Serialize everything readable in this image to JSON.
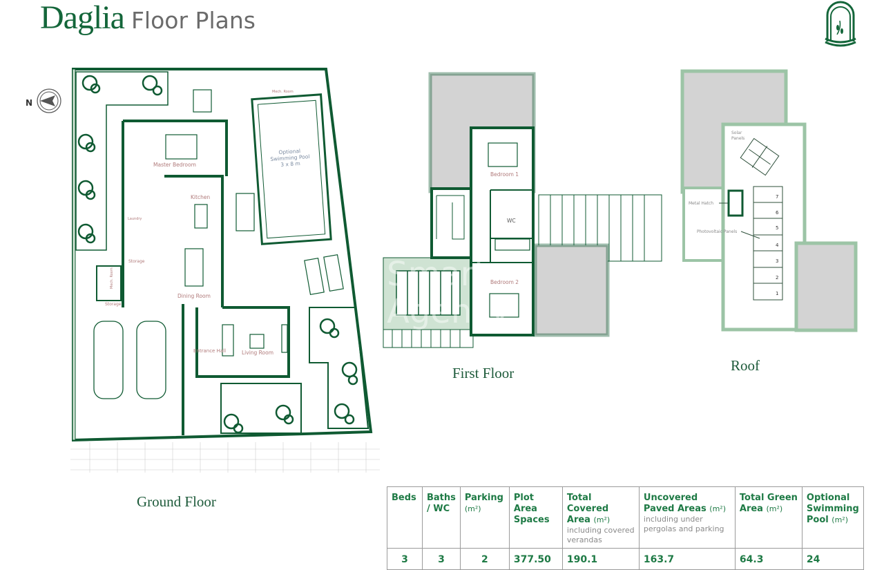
{
  "header": {
    "brand": "Daglia",
    "subtitle": "Floor Plans"
  },
  "logo": {
    "icon": "arch-olive-branch-logo"
  },
  "compass": {
    "label": "N"
  },
  "colors": {
    "brand_green": "#14663a",
    "wall_green": "#0f5a32",
    "light_green": "#cfe3d3",
    "roof_grey": "#d3d3d3",
    "room_label": "#b07a7a"
  },
  "ground_floor": {
    "label": "Ground Floor",
    "rooms": {
      "master_bedroom": "Master Bedroom",
      "kitchen": "Kitchen",
      "laundry": "Laundry",
      "storage_1": "Storage",
      "storage_2": "Storage",
      "mech_room_1": "Mech. Room",
      "mech_room_2": "Mech. Room",
      "dining_room": "Dining Room",
      "entrance_hall": "Entrance Hall",
      "living_room": "Living Room",
      "pool_line1": "Optional",
      "pool_line2": "Swimming Pool",
      "pool_size": "3 x 8 m"
    }
  },
  "first_floor": {
    "label": "First Floor",
    "rooms": {
      "bedroom_1": "Bedroom 1",
      "bedroom_2": "Bedroom 2",
      "wc": "WC"
    }
  },
  "roof": {
    "label": "Roof",
    "labels": {
      "solar_line1": "Solar",
      "solar_line2": "Panels",
      "metal_hatch": "Metal Hatch",
      "photovoltaic": "Photovoltaic Panels"
    },
    "panel_numbers": [
      "7",
      "6",
      "5",
      "4",
      "3",
      "2",
      "1"
    ]
  },
  "watermark": {
    "line1": "Smart",
    "line2": "Agency"
  },
  "specs": {
    "headers": [
      {
        "title": "Beds"
      },
      {
        "title": "Baths / WC"
      },
      {
        "title": "Parking",
        "unit": "(m²)"
      },
      {
        "title": "Plot Area Spaces"
      },
      {
        "title": "Total Covered Area",
        "unit": "(m²)",
        "note": "including covered verandas"
      },
      {
        "title": "Uncovered Paved Areas",
        "unit": "(m²)",
        "note": "including under pergolas and parking"
      },
      {
        "title": "Total Green Area",
        "unit": "(m²)"
      },
      {
        "title": "Optional Swimming Pool",
        "unit": "(m²)"
      }
    ],
    "values": [
      "3",
      "3",
      "2",
      "377.50",
      "190.1",
      "163.7",
      "64.3",
      "24"
    ]
  }
}
